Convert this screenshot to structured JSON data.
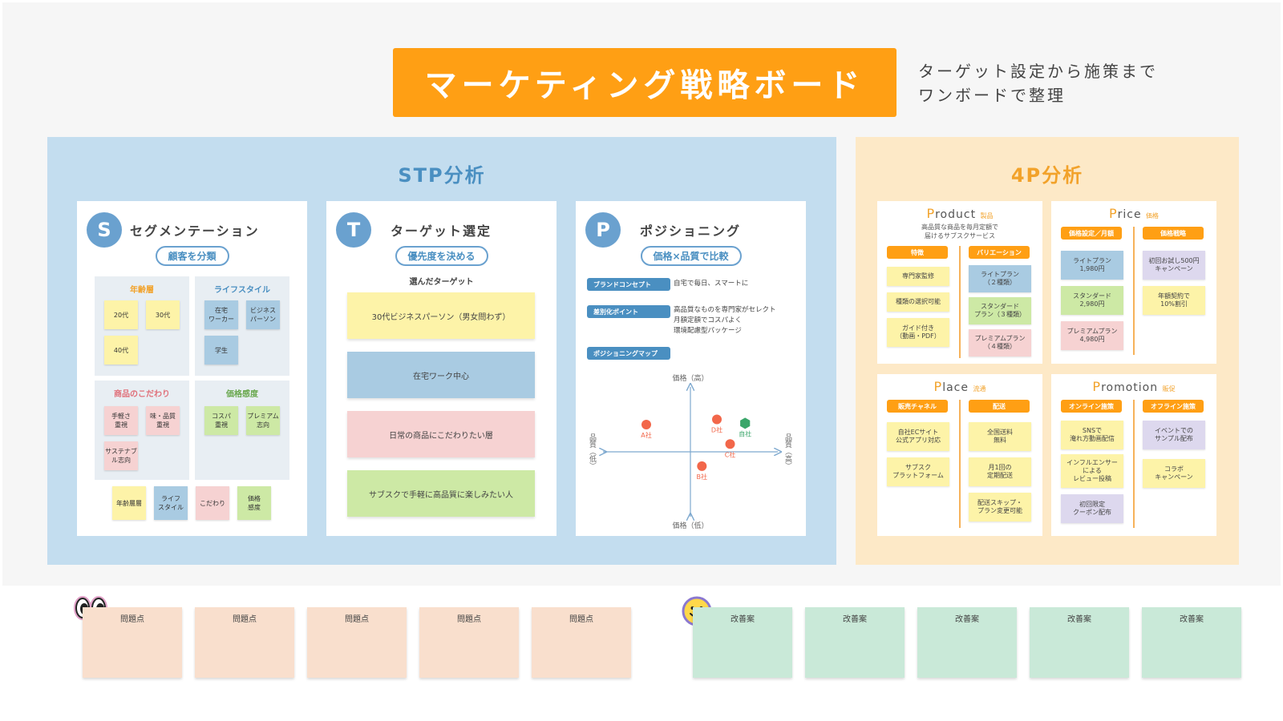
{
  "header": {
    "title": "マーケティング戦略ボード",
    "subtitle_lines": [
      "ターゲット設定から施策まで",
      "ワンボードで整理"
    ]
  },
  "stp": {
    "title": "STP分析",
    "segmentation": {
      "letter": "S",
      "title": "セグメンテーション",
      "pill": "顧客を分類",
      "groups": [
        {
          "label": "年齢層",
          "color": "#f2a22a",
          "notes": [
            "20代",
            "30代",
            "40代"
          ]
        },
        {
          "label": "ライフスタイル",
          "color": "#4a8fc1",
          "notes": [
            "在宅\nワーカー",
            "ビジネス\nパーソン",
            "学生"
          ]
        },
        {
          "label": "商品のこだわり",
          "color": "#e0707a",
          "notes": [
            "手軽さ\n重視",
            "味・品質\n重視",
            "サステナブ\nル志向"
          ]
        },
        {
          "label": "価格感度",
          "color": "#6aa84f",
          "notes": [
            "コスパ\n重視",
            "プレミアム\n志向"
          ]
        }
      ],
      "legend": [
        "年齢層層",
        "ライフ\nスタイル",
        "こだわり",
        "価格\n感度"
      ]
    },
    "targeting": {
      "letter": "T",
      "title": "ターゲット選定",
      "pill": "優先度を決める",
      "label": "選んだターゲット",
      "notes": [
        "30代ビジネスパーソン（男女問わず）",
        "在宅ワーク中心",
        "日常の商品にこだわりたい層",
        "サブスクで手軽に高品質に楽しみたい人"
      ]
    },
    "positioning": {
      "letter": "P",
      "title": "ポジショニング",
      "pill": "価格×品質で比較",
      "concept_tag": "ブランドコンセプト",
      "concept_text": "自宅で毎日、スマートに",
      "diff_tag": "差別化ポイント",
      "diff_lines": [
        "高品質なものを専門家がセレクト",
        "月額定額でコスパよく",
        "環境配慮型パッケージ"
      ],
      "map_tag": "ポジショニングマップ",
      "axis_top": "価格（高）",
      "axis_bottom": "価格（低）",
      "axis_left": "品質（低）",
      "axis_right": "品質（高）",
      "companies": [
        {
          "name": "A社",
          "quality": -0.5,
          "price": 0.42,
          "color": "#f2674a"
        },
        {
          "name": "D社",
          "quality": 0.3,
          "price": 0.5,
          "color": "#f2674a"
        },
        {
          "name": "自社",
          "quality": 0.62,
          "price": 0.44,
          "color": "#3aa66a"
        },
        {
          "name": "C社",
          "quality": 0.45,
          "price": 0.12,
          "color": "#f2674a"
        },
        {
          "name": "B社",
          "quality": 0.13,
          "price": -0.22,
          "color": "#f2674a"
        }
      ]
    }
  },
  "fourp": {
    "title": "4P分析",
    "product": {
      "first": "P",
      "rest": "roduct",
      "jp": "製品",
      "desc": [
        "高品質な商品を毎月定額で",
        "届けるサブスクサービス"
      ],
      "col1_head": "特徴",
      "col2_head": "バリエーション",
      "col1": [
        "専門家監修",
        "種類の選択可能",
        "ガイド付き\n（動画・PDF）"
      ],
      "col2": [
        "ライトプラン\n（２種類）",
        "スタンダード\nプラン（３種類）",
        "プレミアムプラン\n（４種類）"
      ]
    },
    "price": {
      "first": "P",
      "rest": "rice",
      "jp": "価格",
      "col1_head": "価格設定／月額",
      "col2_head": "価格戦略",
      "col1": [
        "ライトプラン\n1,980円",
        "スタンダード\n2,980円",
        "プレミアムプラン\n4,980円"
      ],
      "col2": [
        "初回お試し500円\nキャンペーン",
        "年額契約で\n10%割引"
      ]
    },
    "place": {
      "first": "P",
      "rest": "lace",
      "jp": "流通",
      "col1_head": "販売チャネル",
      "col2_head": "配送",
      "col1": [
        "自社ECサイト\n公式アプリ対応",
        "サブスク\nプラットフォーム"
      ],
      "col2": [
        "全国送料\n無料",
        "月1回の\n定期配送",
        "配送スキップ・\nプラン変更可能"
      ]
    },
    "promotion": {
      "first": "P",
      "rest": "romotion",
      "jp": "販促",
      "col1_head": "オンライン施策",
      "col2_head": "オフライン施策",
      "col1": [
        "SNSで\n淹れ方動画配信",
        "インフルエンサー\nによる\nレビュー投稿",
        "初回限定\nクーポン配布"
      ],
      "col2": [
        "イベントでの\nサンプル配布",
        "コラボ\nキャンペーン"
      ]
    }
  },
  "bottom": {
    "problems": [
      "問題点",
      "問題点",
      "問題点",
      "問題点",
      "問題点"
    ],
    "improvements": [
      "改善案",
      "改善案",
      "改善案",
      "改善案",
      "改善案"
    ]
  }
}
